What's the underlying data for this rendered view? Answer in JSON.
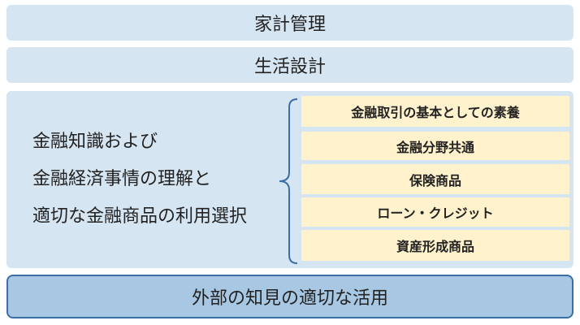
{
  "rows": {
    "household": "家計管理",
    "life_design": "生活設計",
    "external": "外部の知見の適切な活用"
  },
  "main_panel": {
    "left_lines": [
      "金融知識および",
      "金融経済事情の理解と",
      "適切な金融商品の利用選択"
    ],
    "sub_items": [
      "金融取引の基本としての素養",
      "金融分野共通",
      "保険商品",
      "ローン・クレジット",
      "資産形成商品"
    ]
  },
  "colors": {
    "panel": "#d6e5f2",
    "highlight_panel": "#a7c7e3",
    "border": "#3a6ea5",
    "sub_item": "#fff2cc"
  }
}
